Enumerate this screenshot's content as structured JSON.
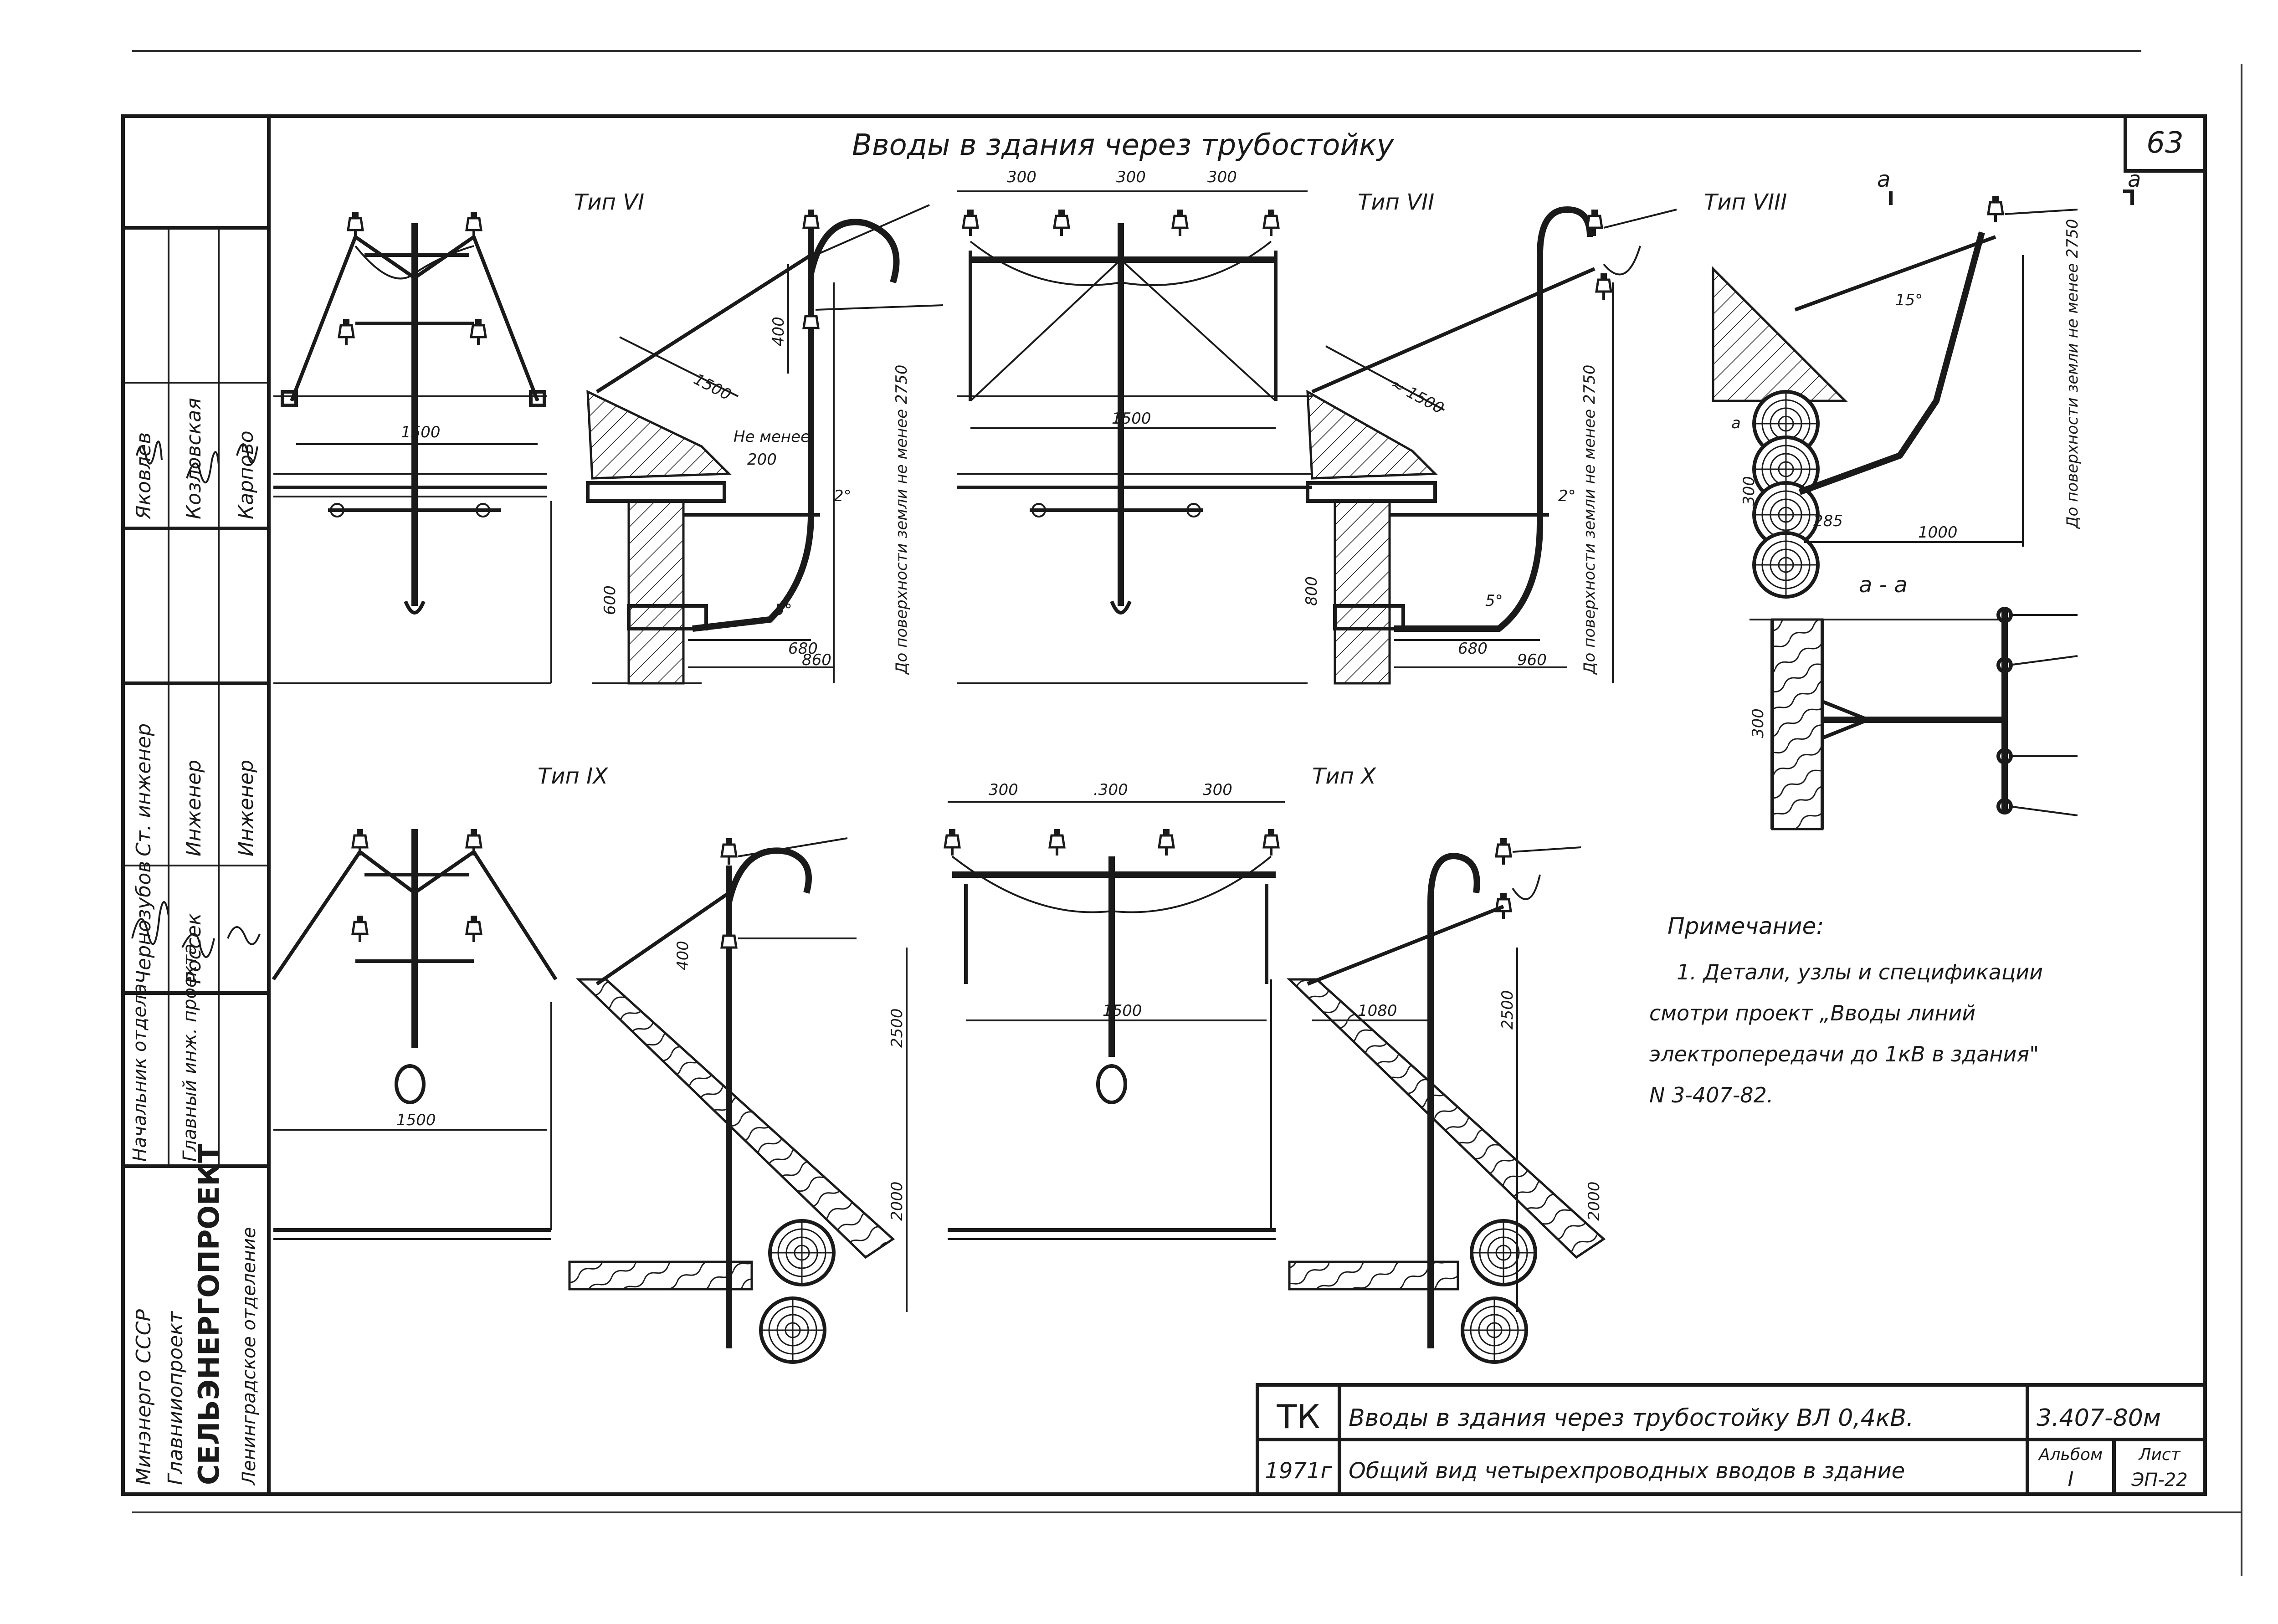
{
  "page_number": "63",
  "sheet_title": "Вводы в здания через трубостойку",
  "views": {
    "t6": "Тип VI",
    "t7": "Тип VII",
    "t8": "Тип VIII",
    "t9": "Тип IX",
    "t10": "Тип X",
    "section_mark": "а",
    "section_label": "а - а"
  },
  "dims": {
    "d300": "300",
    "d1500": "1500",
    "d1500a": "≈ 1500",
    "d400": "400",
    "d600": "600",
    "d680": "680",
    "d860": "860",
    "d960": "960",
    "d800": "800",
    "d200": "200",
    "not_less": "Не менее",
    "ground_2750": "До поверхности земли не менее 2750",
    "ground_2750b": "До поверхности земли не менее 2750",
    "ground_2750c": "До поверхности земли не менее 2750",
    "d285": "285",
    "d1000": "1000",
    "d15": "15°",
    "d2": "2°",
    "d5": "5°",
    "d2500": "2500",
    "d2000": "2000",
    "d1080": "1080",
    "d300b": ".300"
  },
  "note": {
    "heading": "Примечание:",
    "line1": "1. Детали, узлы и спецификации",
    "line2": "смотри проект „Вводы линий",
    "line3": "электропередачи до 1кВ в здания\"",
    "line4": "N 3-407-82."
  },
  "side_stamp": {
    "org1": "Минэнерго СССР",
    "org2": "Главнииопроект",
    "org3": "СЕЛЬЭНЕРГОПРОЕКТ",
    "org4": "Ленинградское отделение",
    "roles": [
      "Начальник отдела",
      "Главный инж. проекта",
      "Ст. инженер",
      "Инженер",
      "Инженер"
    ],
    "names": [
      "Чернозубов",
      "Россек",
      "Яковлев",
      "Козловская",
      "Карпово"
    ]
  },
  "title_block": {
    "code": "ТК",
    "year": "1971г",
    "title": "Вводы в здания через трубостойку ВЛ 0,4кВ.",
    "subtitle": "Общий вид четырехпроводных вводов в здание",
    "project": "3.407-80м",
    "album_label": "Альбом",
    "album": "I",
    "sheet_label": "Лист",
    "sheet": "ЭП-22"
  }
}
